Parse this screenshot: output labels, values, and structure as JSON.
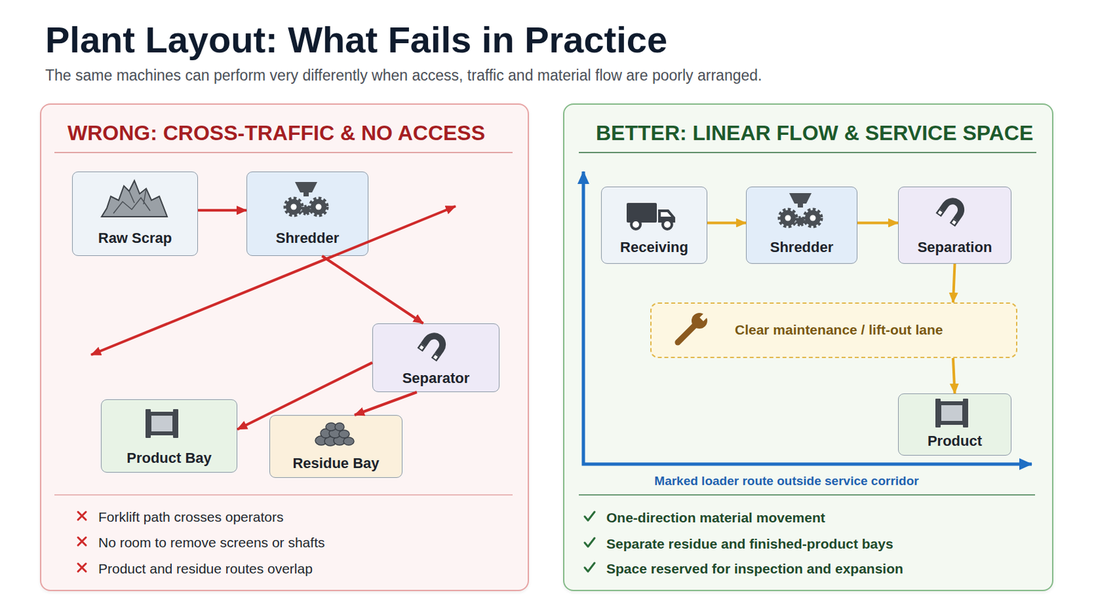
{
  "diagram": {
    "title": "Plant Layout: What Fails in Practice",
    "nodes": [
      {
        "text": [
          "WRONG: CROSS-TRAFFIC & NO ACCESS",
          "Forklift path crosses operators",
          "No room to remove screens or shafts",
          "Product and residue routes overlap"
        ]
      },
      {
        "text": [
          "Raw Scrap"
        ],
        "in": 0
      },
      {
        "text": [
          "Shredder"
        ],
        "in": 0
      },
      {
        "text": [
          "Separator"
        ],
        "in": 0
      },
      {
        "text": [
          "Product Bay"
        ],
        "in": 0
      },
      {
        "text": [
          "Residue Bay"
        ],
        "in": 0
      },
      {
        "text": [
          "BETTER: LINEAR FLOW & SERVICE SPACE",
          "One-direction material movement",
          "Separate residue and finished-product bays",
          "Space reserved for inspection and expansion"
        ]
      },
      {
        "text": [
          "Receiving"
        ],
        "in": 6
      },
      {
        "text": [
          "Shredder"
        ],
        "in": 6
      },
      {
        "text": [
          "Separation"
        ],
        "in": 6
      },
      {
        "text": [
          "Clear maintenance / lift-out lane"
        ],
        "in": 6
      },
      {
        "text": [
          "Product"
        ],
        "in": 6
      }
    ],
    "edges": [
      {
        "from": 1,
        "to": 2,
        "arrow": "to"
      },
      {
        "from": 2,
        "to": 3,
        "arrow": "to"
      },
      {
        "from": 3,
        "to": 4,
        "arrow": "to"
      },
      {
        "from": 3,
        "to": 5,
        "arrow": "to"
      },
      {
        "from": 7,
        "to": 8,
        "arrow": "to"
      },
      {
        "from": 8,
        "to": 9,
        "arrow": "to"
      },
      {
        "from": 9,
        "to": 10,
        "arrow": "to"
      },
      {
        "from": 10,
        "to": 11,
        "arrow": "to"
      }
    ],
    "labels": [
      "The same machines can perform very differently when access, traffic and material flow are poorly arranged.",
      "Marked loader route outside service corridor"
    ]
  }
}
